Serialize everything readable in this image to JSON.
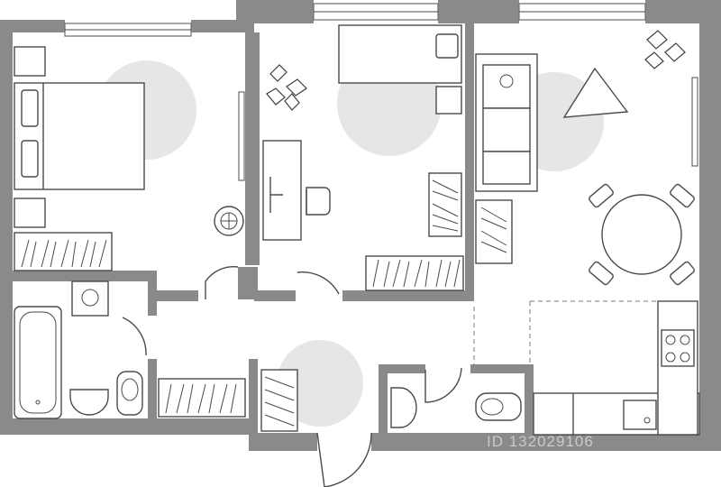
{
  "plan": {
    "kind": "apartment floor plan",
    "wall_color": "#8a8a8a",
    "light_color": "#e6e6e6",
    "rooms": [
      "bedroom",
      "children-room",
      "living-kitchen",
      "bathroom",
      "toilet",
      "hallway"
    ]
  },
  "watermark": {
    "text": "ID 132029106"
  }
}
